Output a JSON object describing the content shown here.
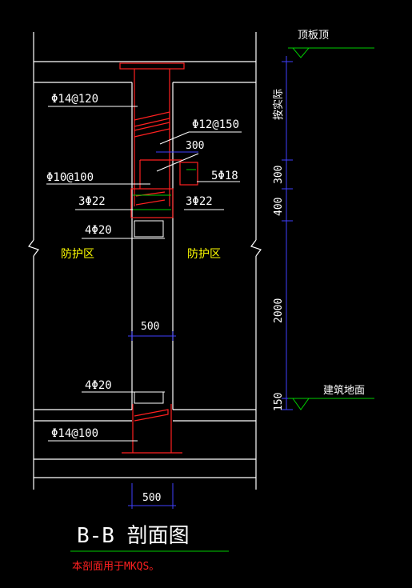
{
  "title": "B-B 剖面图",
  "note": "本剖面用于MKQS。",
  "labels": {
    "top_slab": "顶板顶",
    "floor": "建筑地面",
    "protect_left": "防护区",
    "protect_right": "防护区",
    "rebar_top": "Φ14@120",
    "rebar_bottom": "Φ14@100",
    "stirrup_beam": "Φ12@150",
    "stirrup_col": "Φ10@100",
    "bar_3phi22_left": "3Φ22",
    "bar_3phi22_right": "3Φ22",
    "bar_5phi18": "5Φ18",
    "bar_4phi20_top": "4Φ20",
    "bar_4phi20_bottom": "4Φ20",
    "dim_300_h": "300",
    "dim_500_mid": "500",
    "dim_500_bot": "500",
    "dim_v_a": "按实际",
    "dim_v_300": "300",
    "dim_v_400": "400",
    "dim_v_2000": "2000",
    "dim_v_150": "150"
  },
  "colors": {
    "bg": "#000000",
    "wall": "#ffffff",
    "red": "#ff2020",
    "blue": "#4040ff",
    "green": "#00cc00",
    "cyan": "#00e0e0",
    "yellow": "#ffff00"
  }
}
